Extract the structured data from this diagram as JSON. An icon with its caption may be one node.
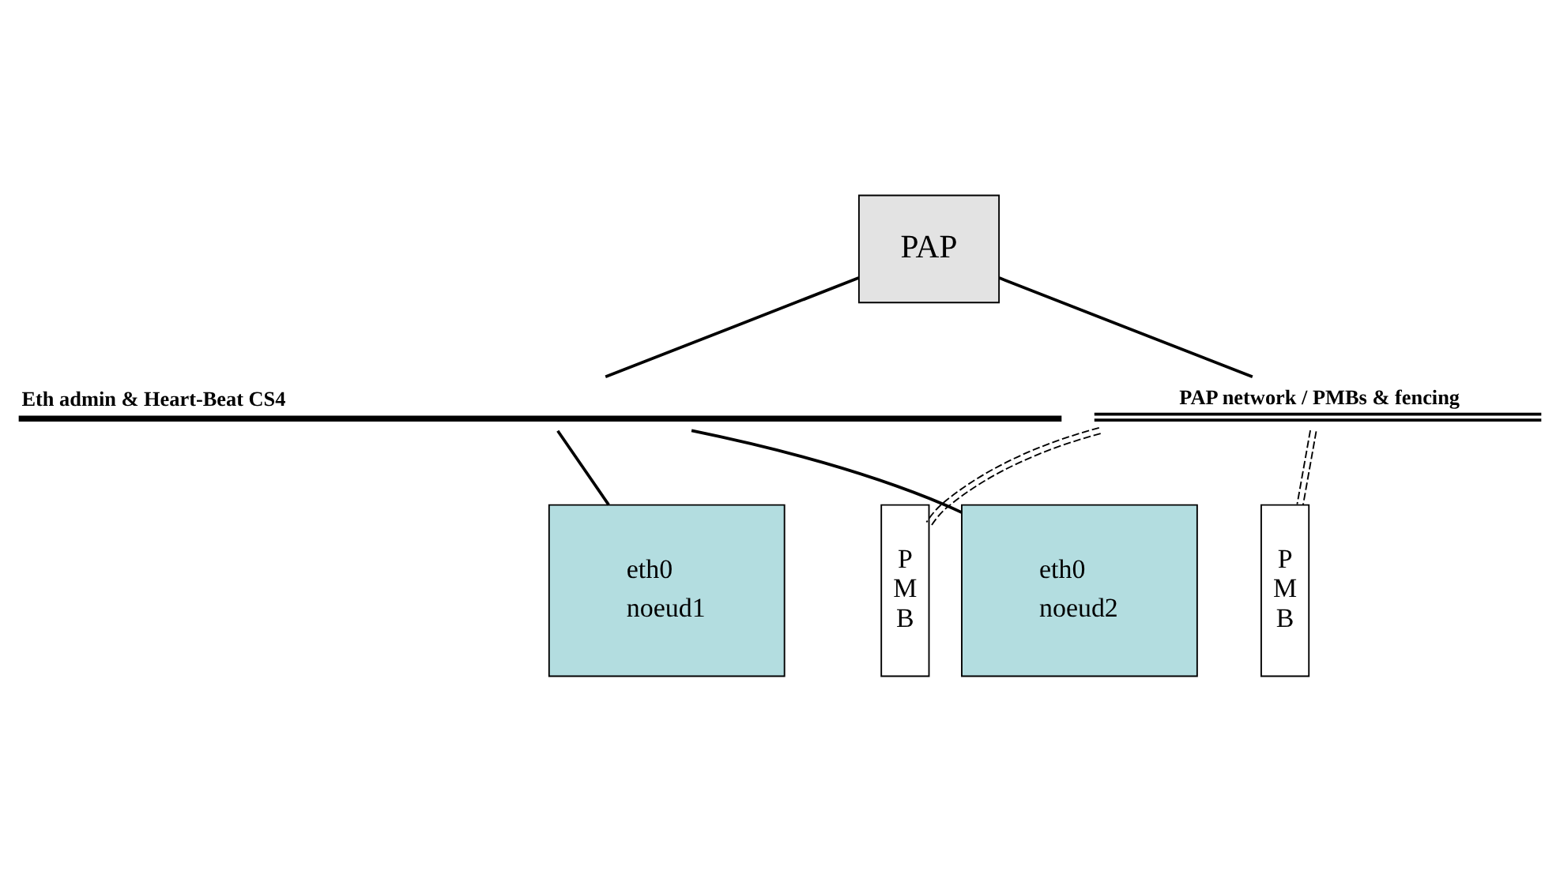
{
  "diagram": {
    "nodes": [
      {
        "text": [
          "PAP"
        ]
      },
      {
        "text": [
          "Eth admin & Heart-Beat CS4"
        ]
      },
      {
        "text": [
          "PAP network / PMBs & fencing"
        ]
      },
      {
        "text": [
          "eth0",
          "noeud1"
        ]
      },
      {
        "text": [
          "P M B"
        ]
      },
      {
        "text": [
          "P M B"
        ]
      },
      {
        "text": [
          "eth0",
          "noeud2"
        ]
      }
    ],
    "edges": [
      {
        "from": 0,
        "to": 1,
        "arrow": "none"
      },
      {
        "from": 0,
        "to": 2,
        "arrow": "none"
      },
      {
        "from": 1,
        "to": 3,
        "arrow": "none"
      },
      {
        "from": 1,
        "to": 6,
        "arrow": "none"
      },
      {
        "from": 2,
        "to": 4,
        "arrow": "none",
        "style": "dashed"
      },
      {
        "from": 2,
        "to": 5,
        "arrow": "none",
        "style": "dashed"
      }
    ]
  }
}
